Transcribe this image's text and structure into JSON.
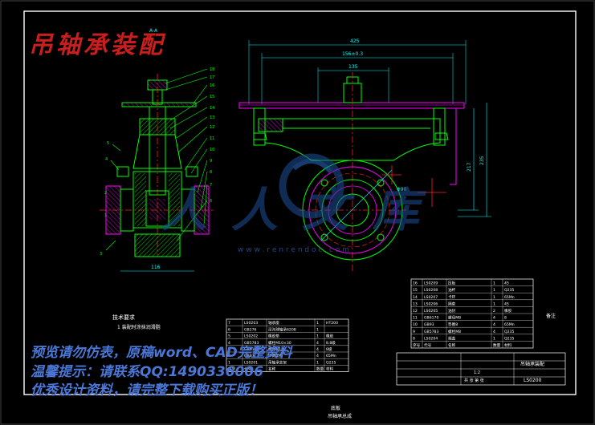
{
  "drawing": {
    "title": "吊轴承装配",
    "section_label": "A-A",
    "tech_req_heading": "技术要求",
    "tech_req_text": "1 装配时涂抹润滑脂",
    "bottom_caption_1": "底板",
    "bottom_caption_2": "吊轴承总成",
    "dimensions": {
      "overall_width": "425",
      "bolt_span": "156±0.3",
      "inner_width": "135",
      "left_width": "116",
      "height_a": "235",
      "height_b": "217",
      "diameter": "Φ90"
    },
    "part_numbers": [
      "18",
      "17",
      "16",
      "15",
      "14",
      "13",
      "12",
      "11",
      "10",
      "9",
      "8",
      "7",
      "6",
      "5",
      "4",
      "3",
      "2",
      "1"
    ],
    "bom_left": [
      {
        "no": "1",
        "code": "LS0201",
        "name": "吊轴承支架",
        "qty": "1",
        "mat": "Q235"
      },
      {
        "no": "2",
        "code": "GB93",
        "name": "弹簧垫圈",
        "qty": "4",
        "mat": "65Mn"
      },
      {
        "no": "3",
        "code": "GB6170",
        "name": "螺母M10",
        "qty": "4",
        "mat": "8级"
      },
      {
        "no": "4",
        "code": "GB5783",
        "name": "螺栓M10×30",
        "qty": "4",
        "mat": "8.8级"
      },
      {
        "no": "5",
        "code": "LS0202",
        "name": "橡胶垫",
        "qty": "1",
        "mat": "橡胶"
      },
      {
        "no": "6",
        "code": "GB276",
        "name": "深沟球轴承6208",
        "qty": "1",
        "mat": ""
      },
      {
        "no": "7",
        "code": "LS0203",
        "name": "轴承座",
        "qty": "1",
        "mat": "HT200"
      }
    ],
    "bom_right": [
      {
        "no": "8",
        "code": "LS0204",
        "name": "端盖",
        "qty": "1",
        "mat": "Q235"
      },
      {
        "no": "9",
        "code": "GB5783",
        "name": "螺栓M8",
        "qty": "4",
        "mat": "Q235"
      },
      {
        "no": "10",
        "code": "GB93",
        "name": "垫圈8",
        "qty": "4",
        "mat": "65Mn"
      },
      {
        "no": "11",
        "code": "GB6170",
        "name": "螺母M8",
        "qty": "4",
        "mat": "8"
      },
      {
        "no": "12",
        "code": "LS0205",
        "name": "油封",
        "qty": "2",
        "mat": "橡胶"
      },
      {
        "no": "13",
        "code": "LS0206",
        "name": "隔套",
        "qty": "1",
        "mat": "45"
      },
      {
        "no": "14",
        "code": "LS0207",
        "name": "卡环",
        "qty": "1",
        "mat": "65Mn"
      },
      {
        "no": "15",
        "code": "LS0208",
        "name": "油杯",
        "qty": "1",
        "mat": "Q235"
      },
      {
        "no": "16",
        "code": "LS0209",
        "name": "压板",
        "qty": "1",
        "mat": "45"
      }
    ],
    "bom_header": {
      "no": "序号",
      "code": "代号",
      "name": "名称",
      "qty": "数量",
      "mat": "材料",
      "remark": "备注"
    },
    "title_block": {
      "label_remark": "备注",
      "design_title": "吊轴承装配",
      "scale": "1:2",
      "sheet": "共 张 第 张",
      "drawing_no": "LS0200"
    }
  },
  "watermark": {
    "line1": "预览请勿仿表，原稿word、CAD完整资料",
    "line2": "温馨提示：请联系QQ:1490336006",
    "line3": "优秀设计资料，请完整下载购买正版！",
    "url": "w w w . r e n r e n d o c . c o m",
    "logo_text": "人人文库"
  },
  "colors": {
    "background": "#000000",
    "frame": "#ffffff",
    "outline_green": "#00ff00",
    "hatch_magenta": "#ff00ff",
    "dimension_cyan": "#00ffff",
    "center_red": "#ff2020",
    "title_red": "#c81e1e",
    "watermark_blue": "#4a78d8",
    "logo_blue": "#1e4f9a",
    "table_white": "#e8e8e8"
  }
}
